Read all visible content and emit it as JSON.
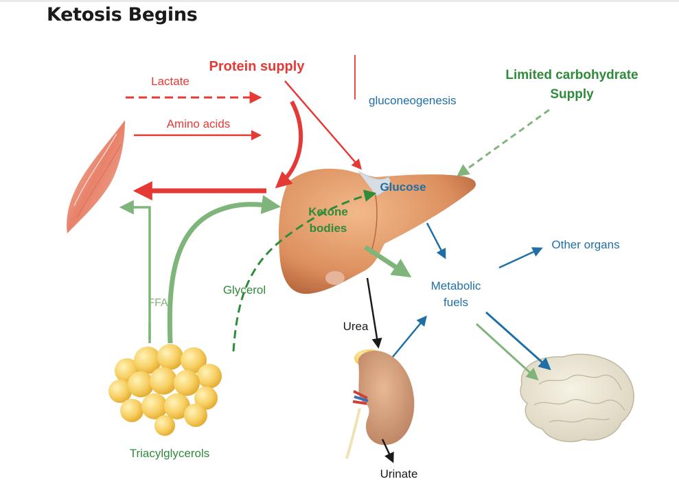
{
  "title": "Ketosis Begins",
  "labels": {
    "protein_supply": "Protein supply",
    "lactate": "Lactate",
    "amino_acids": "Amino acids",
    "gluconeogenesis": "gluconeogenesis",
    "limited_carb_line1": "Limited carbohydrate",
    "limited_carb_line2": "Supply",
    "glucose": "Glucose",
    "ketone_line1": "Ketone",
    "ketone_line2": "bodies",
    "other_organs": "Other organs",
    "metabolic_line1": "Metabolic",
    "metabolic_line2": "fuels",
    "glycerol": "Glycerol",
    "ffa": "FFA",
    "urea": "Urea",
    "triacylglycerols": "Triacylglycerols",
    "urinate": "Urinate"
  },
  "colors": {
    "protein_red": "#e53935",
    "carb_green": "#2e8b3a",
    "pale_green": "#7fb57a",
    "fuel_blue": "#1f6fa6",
    "black": "#1a1a1a"
  }
}
